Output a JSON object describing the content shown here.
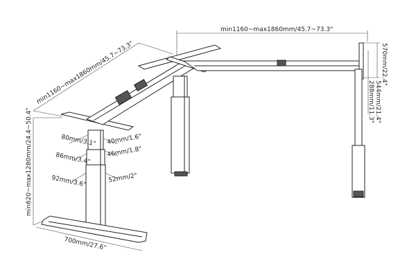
{
  "dimensions": {
    "top_width": "min1160~max1860mm/45.7~73.3\"",
    "side_width": "min1160~max1860mm/45.7~73.3\"",
    "height_range": "min620~max1280mm/24.4~50.4\"",
    "arm_length": "570mm/22.4\"",
    "bracket_span": "544mm/21.4\"",
    "bracket_inner": "288mm/11.3\"",
    "stage1_outer": "80mm/3.1\"",
    "stage1_inner": "40mm/1.6\"",
    "stage2_outer": "86mm/3.4\"",
    "stage2_inner": "46mm/1.8\"",
    "stage3_outer": "92mm/3.6\"",
    "stage3_inner": "52mm/2\"",
    "foot_length": "700mm/27.6\""
  }
}
